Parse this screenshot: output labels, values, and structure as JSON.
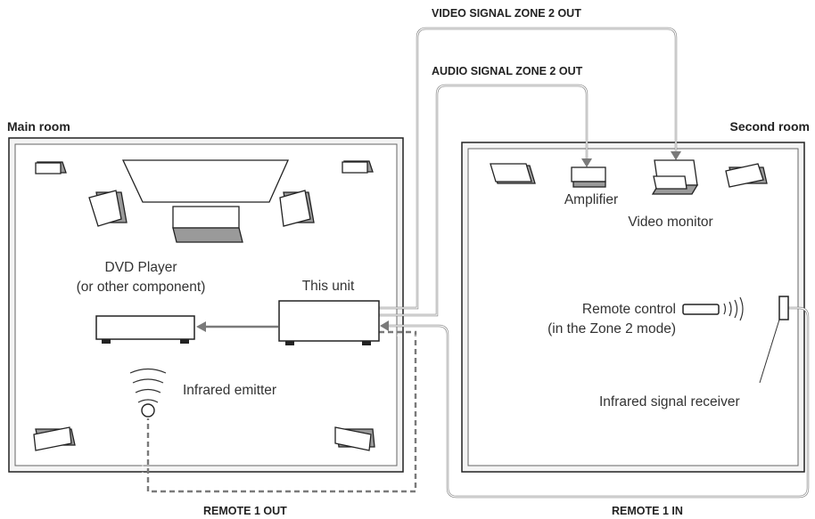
{
  "labels": {
    "video_zone2_out": "VIDEO SIGNAL ZONE 2 OUT",
    "audio_zone2_out": "AUDIO SIGNAL ZONE 2 OUT",
    "main_room": "Main room",
    "second_room": "Second room",
    "dvd_player_line1": "DVD Player",
    "dvd_player_line2": "(or other component)",
    "this_unit": "This unit",
    "infrared_emitter": "Infrared emitter",
    "amplifier": "Amplifier",
    "video_monitor": "Video monitor",
    "remote_control_line1": "Remote control",
    "remote_control_line2": "(in the Zone 2 mode)",
    "infrared_receiver": "Infrared signal receiver",
    "remote1_out": "REMOTE 1 OUT",
    "remote1_in": "REMOTE 1 IN"
  },
  "colors": {
    "wire": "#7a7a7a",
    "room_fill": "#f4f4f4",
    "speaker_shade": "#9a9a9a"
  },
  "icons": [
    "speaker-icon",
    "screen-icon",
    "ir-wave-icon",
    "remote-icon"
  ]
}
